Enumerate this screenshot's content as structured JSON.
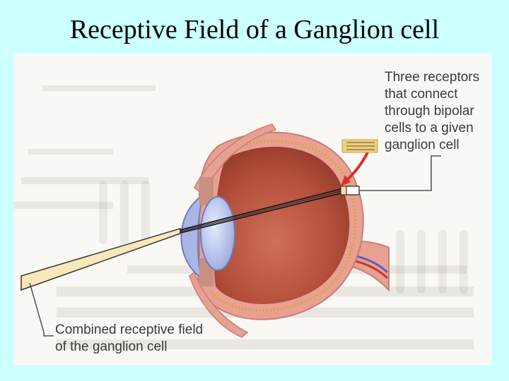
{
  "slide": {
    "title": "Receptive Field of a Ganglion cell"
  },
  "figure": {
    "callout_top_lines": [
      "Three receptors",
      "that connect",
      "through bipolar",
      "cells to a given",
      "ganglion cell"
    ],
    "callout_bottom_lines": [
      "Combined receptive field",
      "of the ganglion cell"
    ]
  },
  "colors": {
    "background": "#ccffff",
    "figure_bg": "#faf8f4",
    "eyeball": "#b8533f",
    "sclera": "#e8a092",
    "lens": "#b8c4ea",
    "arrow": "#d9302a"
  }
}
